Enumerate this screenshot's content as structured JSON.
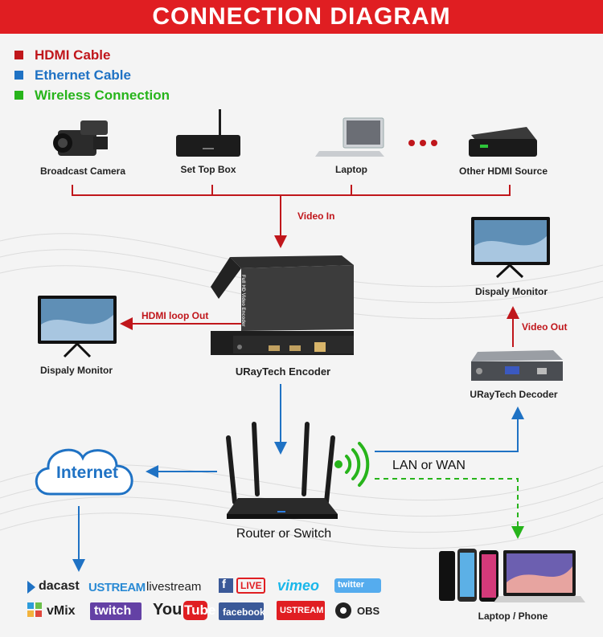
{
  "title": "CONNECTION DIAGRAM",
  "legend": [
    {
      "label": "HDMI Cable",
      "color": "#c0161b"
    },
    {
      "label": "Ethernet Cable",
      "color": "#1f72c4"
    },
    {
      "label": "Wireless Connection",
      "color": "#27b41b"
    }
  ],
  "sources": {
    "camera": "Broadcast Camera",
    "settop": "Set Top Box",
    "laptop": "Laptop",
    "other": "Other HDMI Source"
  },
  "links": {
    "video_in": "Video In",
    "hdmi_loop": "HDMI loop Out",
    "video_out": "Video Out",
    "lan_wan": "LAN or WAN"
  },
  "devices": {
    "encoder": "URayTech Encoder",
    "decoder": "URayTech  Decoder",
    "monitor_left": "Dispaly Monitor",
    "monitor_right": "Dispaly Monitor",
    "router": "Router or Switch",
    "internet": "Internet",
    "phone": "Laptop / Phone",
    "encoder_face": "Full HD Video Encoder"
  },
  "platforms": {
    "dacast": "dacast",
    "ustream": "USTREAM",
    "livestream": "livestream",
    "fblive": "LIVE",
    "vimeo": "vimeo",
    "twitter": "twitter",
    "vmix": "vMix",
    "twitch": "twitch",
    "youtube_you": "You",
    "youtube_tube": "Tube",
    "facebook": "facebook",
    "ustream_tv": "USTREAM",
    "obs": "OBS"
  },
  "colors": {
    "hdmi": "#c0161b",
    "ethernet": "#1f72c4",
    "wireless": "#27b41b",
    "banner": "#e01e22"
  }
}
